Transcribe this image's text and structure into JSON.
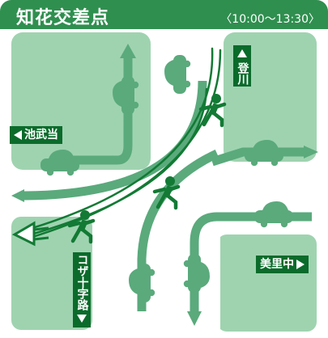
{
  "header": {
    "title": "知花交差点",
    "time_range": "〈10:00～13:30〉"
  },
  "labels": {
    "north": "登川",
    "west": "池武当",
    "south": "コザ十字路",
    "east": "美里中"
  },
  "colors": {
    "header": "#2f8f4f",
    "block": "#9fd3b0",
    "road": "#ffffff",
    "vehicle_arrow": "#5aaa7c",
    "pedestrian": "#127a34",
    "label_bg": "#0b6b2b"
  }
}
